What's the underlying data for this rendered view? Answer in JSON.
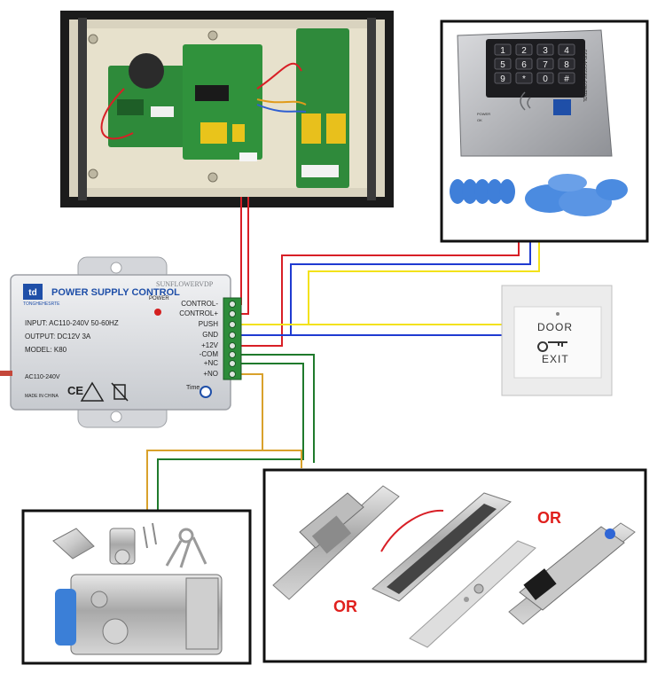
{
  "colors": {
    "wire_red": "#d81f26",
    "wire_blue": "#1f3bd1",
    "wire_yellow": "#f3e21a",
    "wire_green": "#1f7a2c",
    "wire_orange": "#d9a12b",
    "or_text": "#e0201d",
    "psu_title": "#1f4fa8",
    "frame": "#111111"
  },
  "power_supply": {
    "brand_mark": "TONGHEHESRTE",
    "title": "POWER SUPPLY CONTROL",
    "watermark": "SUNFLOWERVDP",
    "power_indicator": "POWER",
    "input": "INPUT: AC110-240V  50-60HZ",
    "output": "OUTPUT: DC12V  3A",
    "model": "MODEL: K80",
    "ac_label": "AC110-240V",
    "made_in": "MADE IN CHINA",
    "ce_mark": "CE",
    "time_label": "Time",
    "terminals": [
      "CONTROL-",
      "CONTROL+",
      "PUSH",
      "GND",
      "+12V",
      "-COM",
      "+NC",
      "+NO"
    ]
  },
  "keypad": {
    "keys": [
      "1",
      "2",
      "3",
      "4",
      "5",
      "6",
      "7",
      "8",
      "9",
      "*",
      "0",
      "#"
    ],
    "side_label": "RFID ACCESS CONTROL",
    "power_led": "POWER",
    "ok_led": "OK"
  },
  "exit_button": {
    "line1": "DOOR",
    "line2": "EXIT"
  },
  "locks_panel": {
    "or_1": "OR",
    "or_2": "OR"
  }
}
